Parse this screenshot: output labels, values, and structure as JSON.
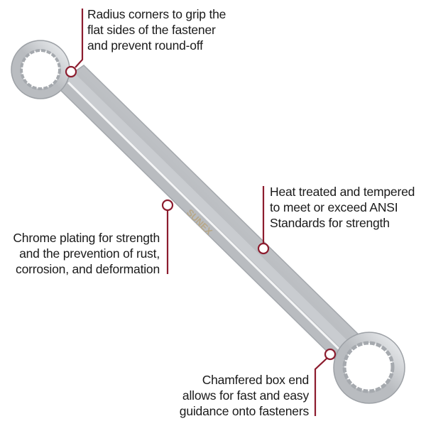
{
  "product": {
    "brand_mark": "SUNEX",
    "accent_color": "#8c1c2e"
  },
  "callouts": [
    {
      "lines": [
        "Radius corners to grip the",
        "flat sides of the fastener",
        "and prevent round-off"
      ]
    },
    {
      "lines": [
        "Heat treated and tempered",
        "to meet or exceed ANSI",
        "Standards for strength"
      ]
    },
    {
      "lines": [
        "Chrome plating for strength",
        "and the prevention of rust,",
        "corrosion, and deformation"
      ]
    },
    {
      "lines": [
        "Chamfered box end",
        "allows for fast and easy",
        "guidance onto fasteners"
      ]
    }
  ]
}
